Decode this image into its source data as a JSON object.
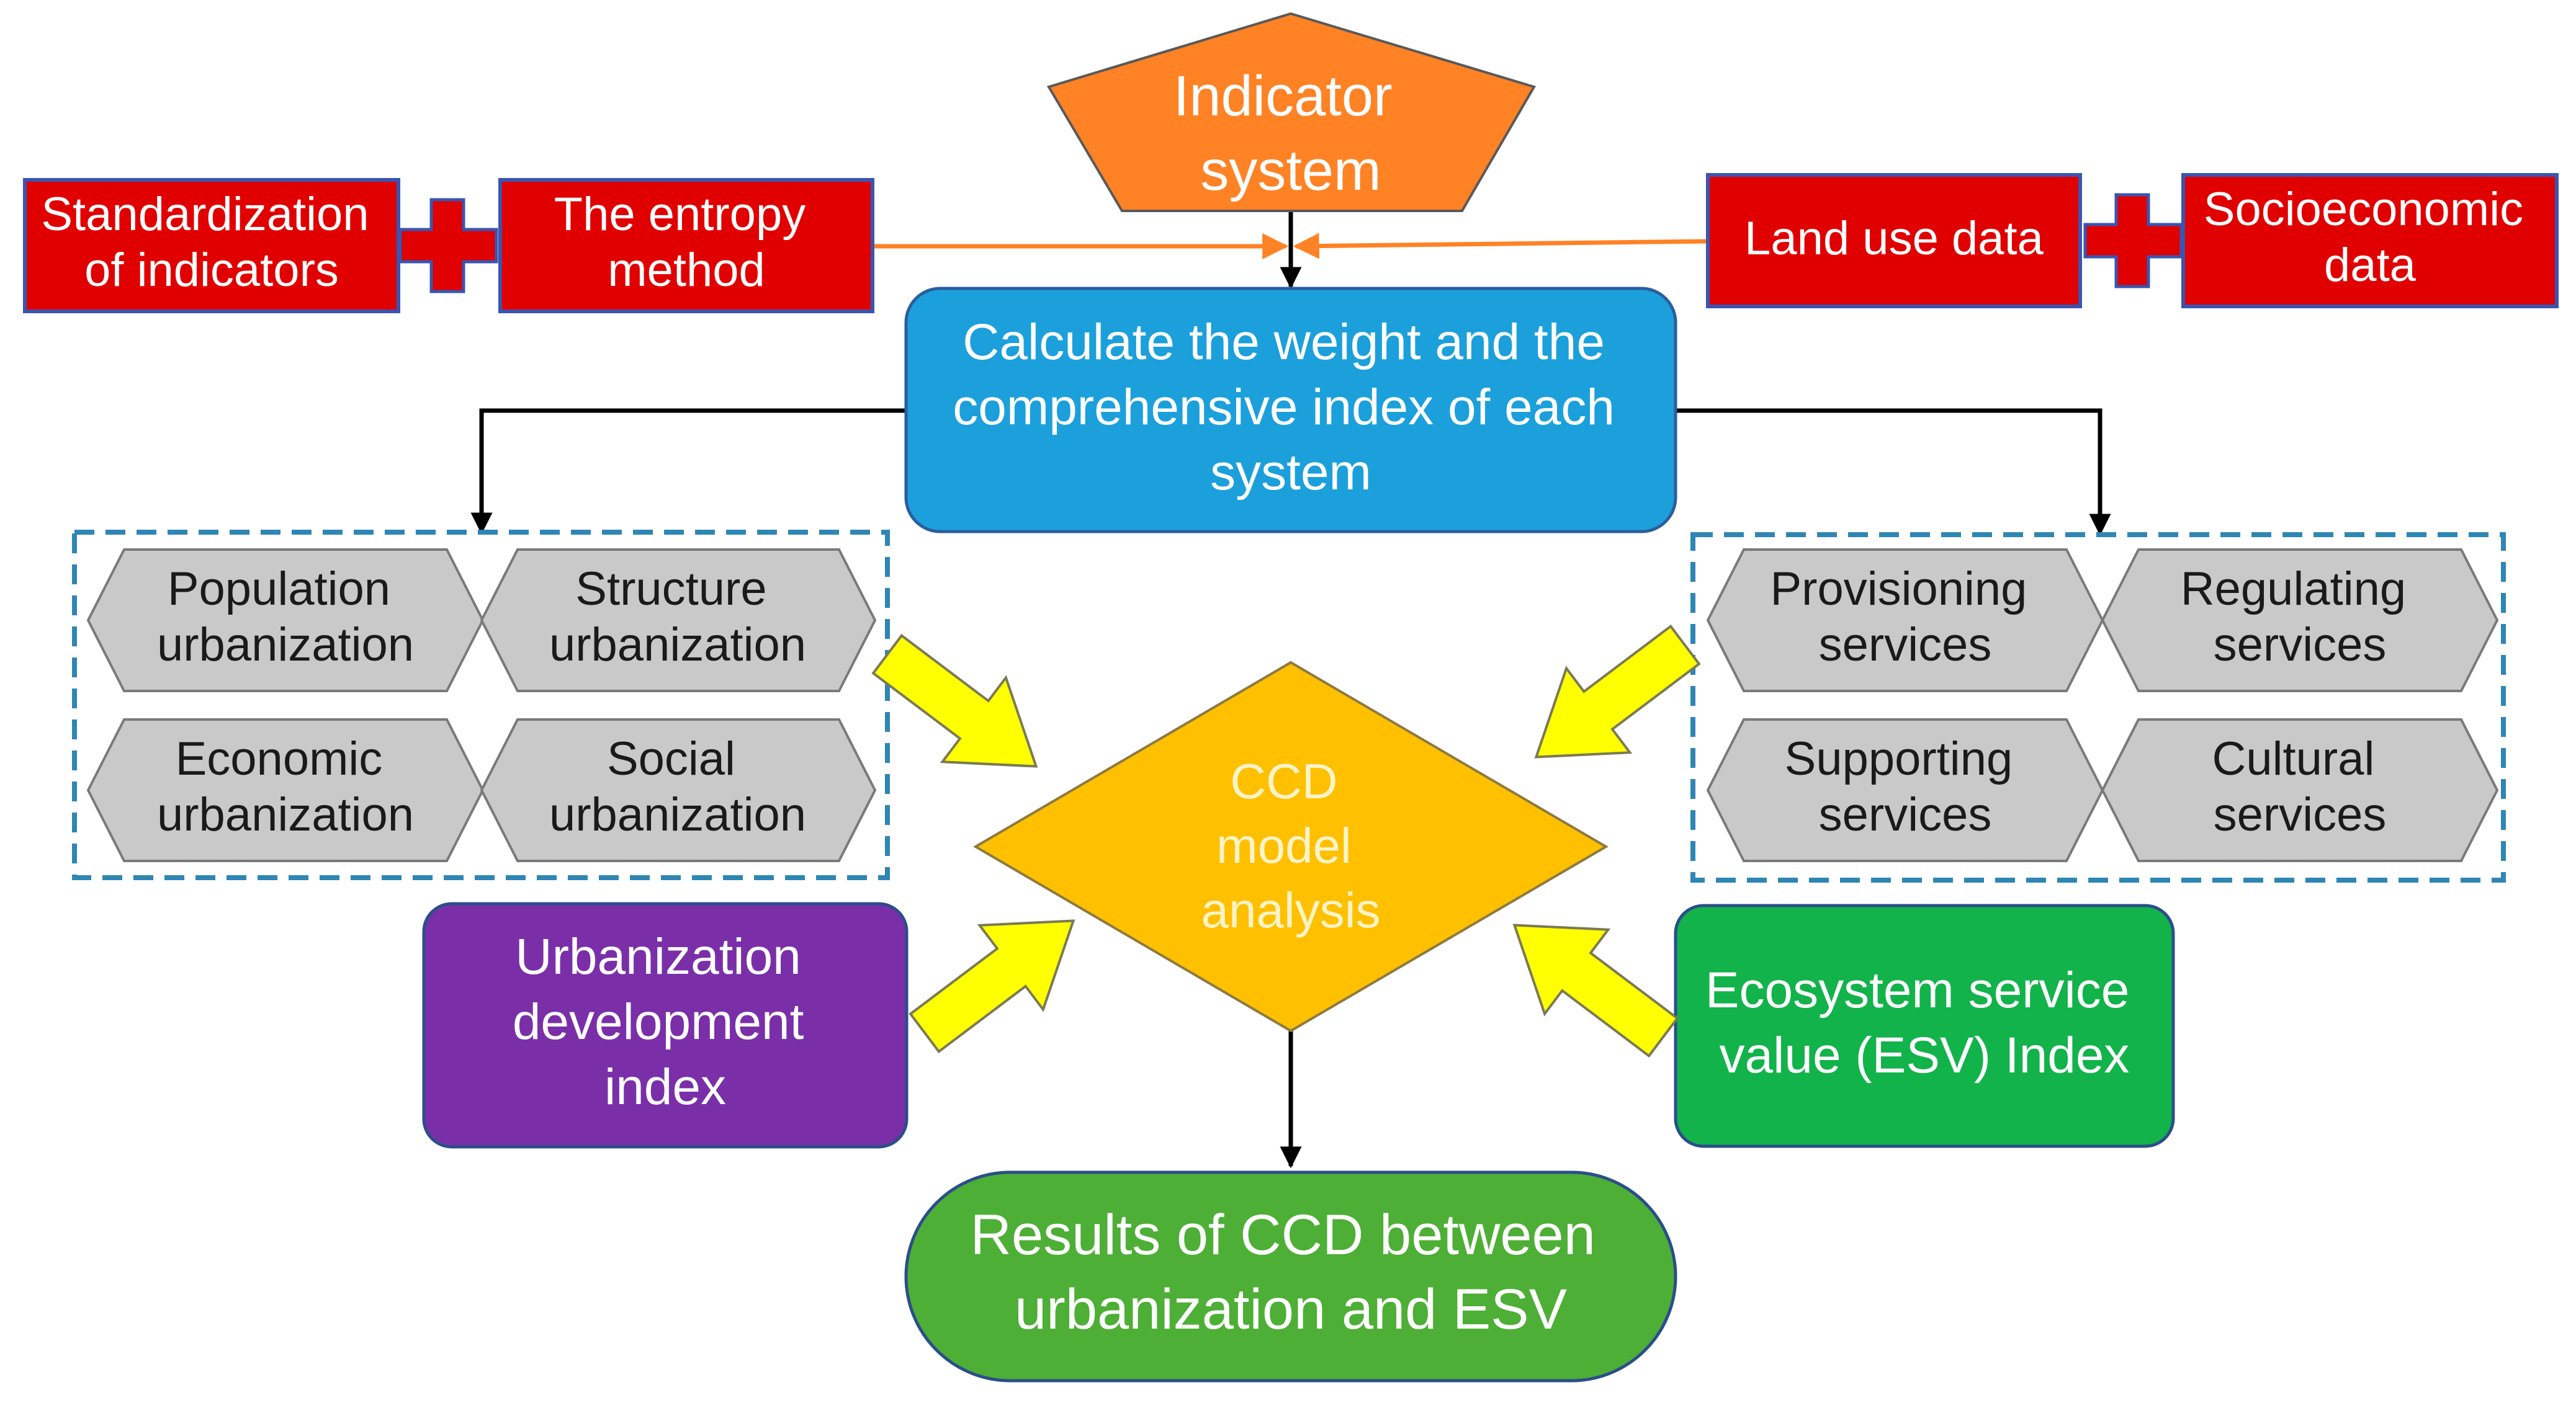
{
  "colors": {
    "orange": "#FF8225",
    "red": "#E00000",
    "red_border": "#3A55B0",
    "blue": "#1BA0DC",
    "gray": "#C9C9C9",
    "diamond": "#FFC000",
    "yellow_arrow": "#FFFF00",
    "purple": "#7A2FA8",
    "green_box": "#12B34A",
    "green_result": "#4DAF35",
    "dash_border": "#2E86B4"
  },
  "nodes": {
    "indicator": [
      "Indicator",
      "system"
    ],
    "standardization": [
      "Standardization",
      "of indicators"
    ],
    "entropy": [
      "The entropy",
      "method"
    ],
    "land_use": [
      "Land use data"
    ],
    "socioeconomic": [
      "Socioeconomic",
      "data"
    ],
    "calculate": [
      "Calculate the weight and the",
      "comprehensive index of each",
      "system"
    ],
    "population": [
      "Population",
      "urbanization"
    ],
    "structure": [
      "Structure",
      "urbanization"
    ],
    "economic": [
      "Economic",
      "urbanization"
    ],
    "social": [
      "Social",
      "urbanization"
    ],
    "provisioning": [
      "Provisioning",
      "services"
    ],
    "regulating": [
      "Regulating",
      "services"
    ],
    "supporting": [
      "Supporting",
      "services"
    ],
    "cultural": [
      "Cultural",
      "services"
    ],
    "ccd": [
      "CCD",
      "model",
      "analysis"
    ],
    "urbanization_index": [
      "Urbanization",
      "development",
      "index"
    ],
    "esv_index": [
      "Ecosystem service",
      "value (ESV) Index"
    ],
    "results": [
      "Results of CCD between",
      "urbanization and ESV"
    ]
  }
}
